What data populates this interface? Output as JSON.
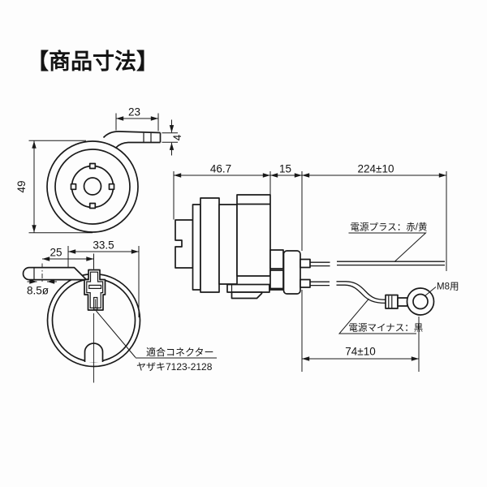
{
  "page": {
    "title": "【商品寸法】"
  },
  "front_view": {
    "dim_tab_width": "23",
    "dim_tab_thickness": "4",
    "dim_diameter": "49"
  },
  "back_view": {
    "dim_overall": "33.5",
    "dim_hole_offset": "25",
    "dim_hole_diameter": "8.5ø",
    "connector_note_line1": "適合コネクター",
    "connector_note_line2": "ヤザキ7123-2128"
  },
  "side_view": {
    "dim_body_depth": "46.7",
    "dim_connector_depth": "15"
  },
  "wiring": {
    "dim_wire_length": "224±10",
    "dim_ground_length": "74±10",
    "plus_label": "電源プラス：赤/黄",
    "minus_label": "電源マイナス：黒",
    "ring_terminal_label": "M8用"
  }
}
